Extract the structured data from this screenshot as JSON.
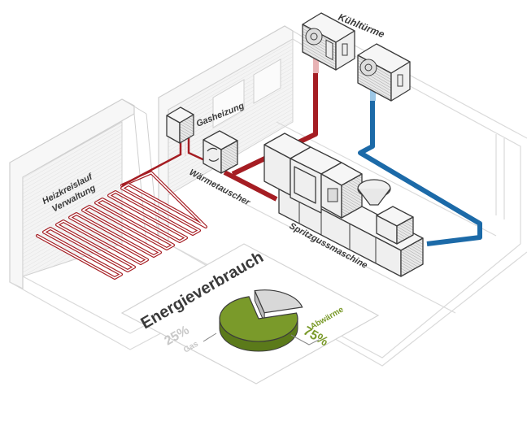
{
  "labels": {
    "cooling_towers": "Kühltürme",
    "gas_heating": "Gasheizung",
    "heat_exchanger": "Wärmetauscher",
    "heating_circuit_line1": "Heizkreislauf",
    "heating_circuit_line2": "Verwaltung",
    "injection_molding": "Spritzgussmaschine"
  },
  "colors": {
    "hot_pipe": "#a51d23",
    "cold_pipe": "#1c6aa8",
    "waste_heat": "#7a9a2a",
    "gas": "#d8d8d8",
    "outline": "#3b3b3b"
  },
  "chart_data": {
    "type": "pie",
    "title": "Energieverbrauch",
    "categories": [
      "Gas",
      "Abwärme"
    ],
    "values": [
      25,
      75
    ],
    "unit": "%",
    "slices": [
      {
        "label": "Gas",
        "value": 25,
        "display": "25%",
        "color": "#d8d8d8"
      },
      {
        "label": "Abwärme",
        "value": 75,
        "display": "75%",
        "color": "#7a9a2a"
      }
    ]
  }
}
